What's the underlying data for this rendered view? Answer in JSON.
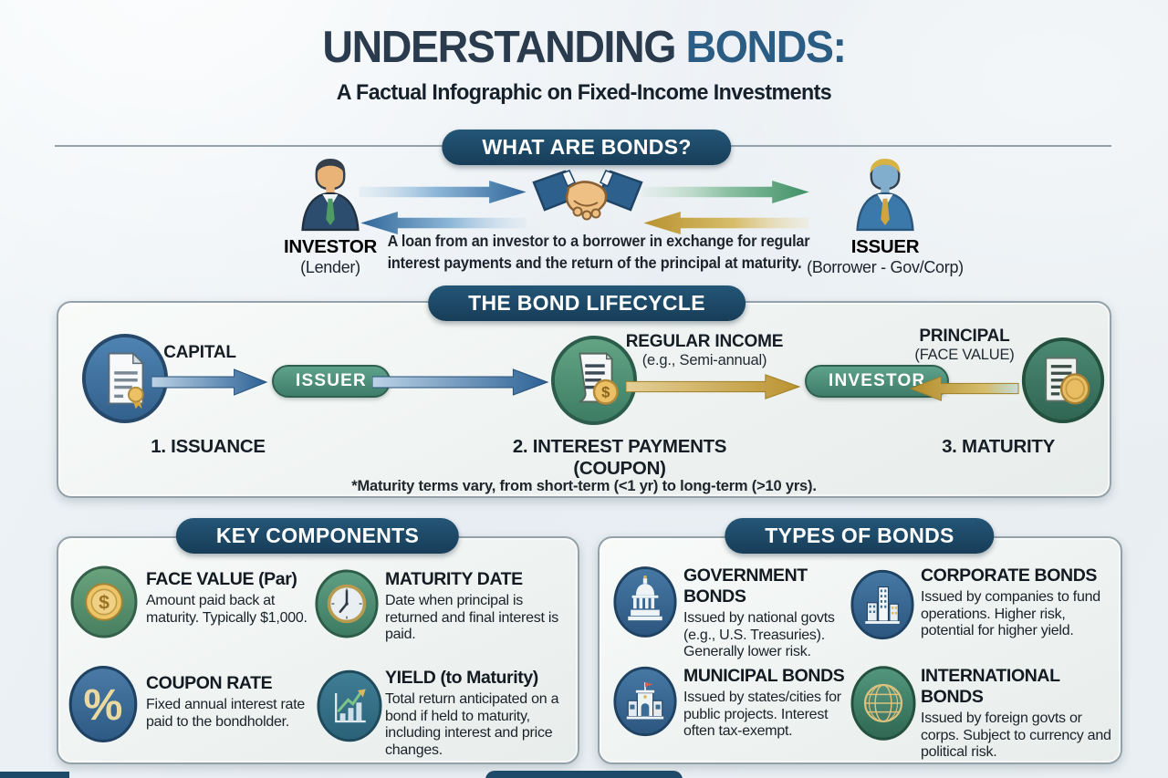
{
  "page": {
    "title_part1": "UNDERSTANDING",
    "title_part2": " BONDS:",
    "subtitle": "A Factual Infographic on Fixed-Income Investments"
  },
  "colors": {
    "header_pill_navy": "#1d4a68",
    "flow_pill_teal": "#4a8f7d",
    "arrow_blue": "#2f6699",
    "arrow_green": "#3f8f66",
    "arrow_gold": "#bb9330",
    "background": "#e9eef2",
    "title_dark": "#2a3b4d",
    "title_blue": "#2b5c84"
  },
  "glyphs": {
    "dollar": "$",
    "percent": "%"
  },
  "what_are_bonds": {
    "heading": "WHAT ARE BONDS?",
    "investor_icon": "investor-person-icon",
    "investor_label": "INVESTOR",
    "investor_sublabel": "(Lender)",
    "handshake_icon": "handshake-icon",
    "description_line1": "A loan from an investor to a borrower in exchange for regular",
    "description_line2": "interest payments and the return of the principal at maturity.",
    "issuer_icon": "issuer-person-icon",
    "issuer_label": "ISSUER",
    "issuer_sublabel": "(Borrower - Gov/Corp)"
  },
  "lifecycle": {
    "heading": "THE BOND LIFECYCLE",
    "stage1_icon": "bond-certificate-icon",
    "capital_label": "CAPITAL",
    "issuer_pill": "ISSUER",
    "stage2_icon": "coupon-scroll-coin-icon",
    "regular_income_label": "REGULAR INCOME",
    "regular_income_sublabel": "(e.g., Semi-annual)",
    "investor_pill": "INVESTOR",
    "principal_label": "PRINCIPAL",
    "principal_sublabel": "(FACE VALUE)",
    "stage3_icon": "maturity-payout-icon",
    "stage1_label": "1. ISSUANCE",
    "stage2_label_line1": "2. INTEREST PAYMENTS",
    "stage2_label_line2": "(COUPON)",
    "stage3_label": "3. MATURITY",
    "footnote": "*Maturity terms vary, from short-term (<1 yr) to long-term (>10 yrs)."
  },
  "key_components": {
    "heading": "KEY COMPONENTS",
    "items": [
      {
        "icon": "dollar-coin-icon",
        "title": "FACE VALUE (Par)",
        "description": "Amount paid back at maturity. Typically $1,000."
      },
      {
        "icon": "clock-icon",
        "title": "MATURITY DATE",
        "description": "Date when principal is returned and final interest is paid."
      },
      {
        "icon": "percent-icon",
        "title": "COUPON RATE",
        "description": "Fixed annual interest rate paid to the bondholder."
      },
      {
        "icon": "growth-chart-icon",
        "title": "YIELD (to Maturity)",
        "description": "Total return anticipated on a bond if held to maturity, including interest and price changes."
      }
    ]
  },
  "types_of_bonds": {
    "heading": "TYPES OF BONDS",
    "items": [
      {
        "icon": "capitol-building-icon",
        "title": "GOVERNMENT BONDS",
        "description": "Issued by national govts (e.g., U.S. Treasuries). Generally lower risk."
      },
      {
        "icon": "office-buildings-icon",
        "title": "CORPORATE BONDS",
        "description": "Issued by companies to fund operations. Higher risk, potential for higher yield."
      },
      {
        "icon": "municipal-building-icon",
        "title": "MUNICIPAL BONDS",
        "description": "Issued by states/cities for public projects. Interest often tax-exempt."
      },
      {
        "icon": "globe-icon",
        "title": "INTERNATIONAL BONDS",
        "description": "Issued by foreign govts or corps. Subject to currency and political risk."
      }
    ]
  }
}
